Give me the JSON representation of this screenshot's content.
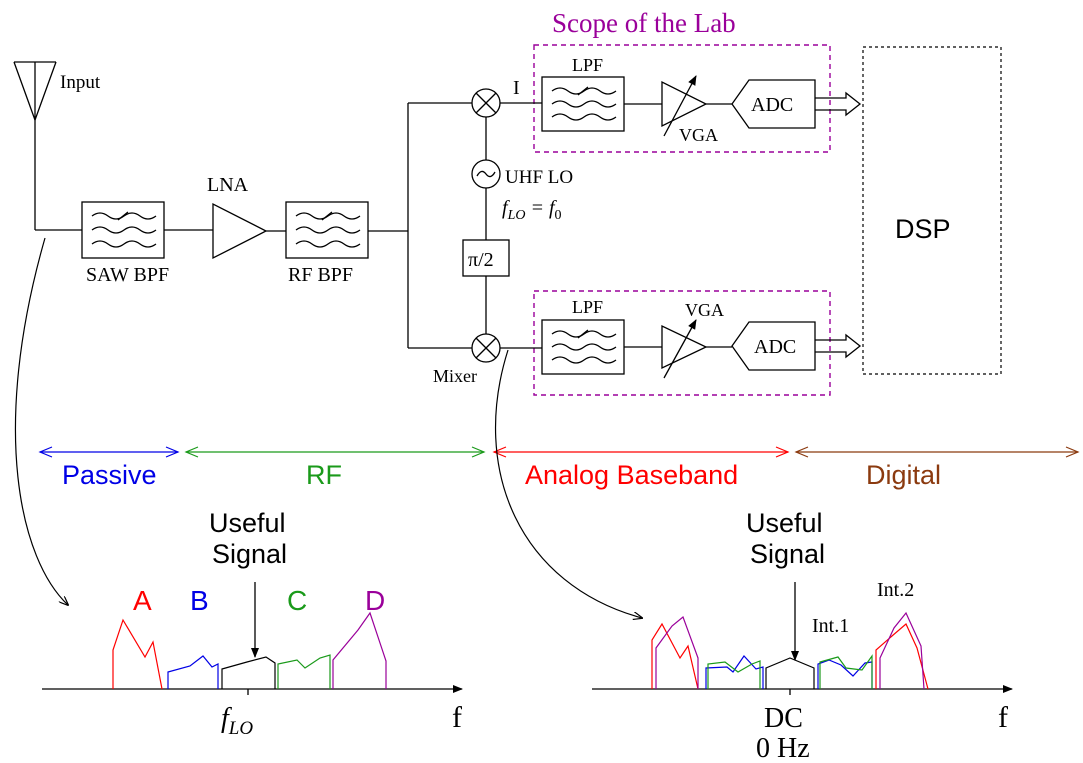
{
  "labels": {
    "input": "Input",
    "lna": "LNA",
    "saw_bpf": "SAW BPF",
    "rf_bpf": "RF BPF",
    "branch_i": "I",
    "lpf": "LPF",
    "vga": "VGA",
    "adc": "ADC",
    "scope": "Scope of the Lab",
    "lo_name": "UHF LO",
    "lo_eq": "f",
    "lo_eq_sub": "LO",
    "lo_eq_rest": " = f",
    "lo_eq_sub0": "0",
    "phase": "π/2",
    "mixer": "Mixer",
    "dsp": "DSP"
  },
  "domains": [
    {
      "label": "Passive",
      "color": "#0000e6"
    },
    {
      "label": "RF",
      "color": "#1a9a1a"
    },
    {
      "label": "Analog Baseband",
      "color": "#ff0000"
    },
    {
      "label": "Digital",
      "color": "#8b3a0f"
    }
  ],
  "spectrum_left": {
    "useful_l1": "Useful",
    "useful_l2": "Signal",
    "letters": [
      {
        "text": "A",
        "color": "#ff0000"
      },
      {
        "text": "B",
        "color": "#0000e6"
      },
      {
        "text": "C",
        "color": "#1a9a1a"
      },
      {
        "text": "D",
        "color": "#9a009a"
      }
    ],
    "axis_label": "f",
    "center_label": "f",
    "center_sub": "LO"
  },
  "spectrum_right": {
    "useful_l1": "Useful",
    "useful_l2": "Signal",
    "int1": "Int.1",
    "int2": "Int.2",
    "dc": "DC",
    "hz": "0 Hz",
    "axis_label": "f"
  }
}
